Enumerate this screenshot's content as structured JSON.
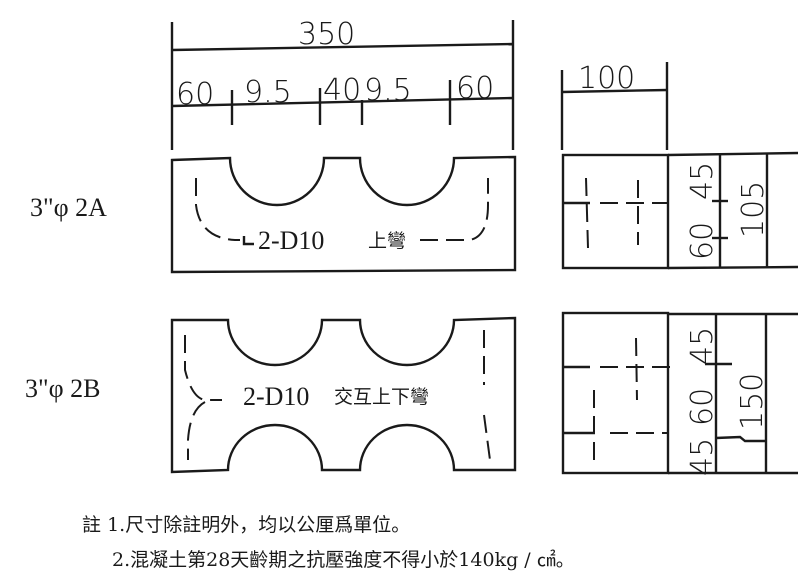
{
  "dimensions": {
    "overall_width": "350",
    "segments": [
      "60",
      "9.5",
      "40",
      "9.5",
      "60"
    ],
    "section_width": "100",
    "section_2a": [
      "60",
      "45",
      "105"
    ],
    "section_2b": [
      "45",
      "60",
      "45",
      "150"
    ]
  },
  "blocks": [
    {
      "label": "3\"φ  2A",
      "rebar": "2-D10",
      "rebar_note": "上彎"
    },
    {
      "label": "3\"φ  2B",
      "rebar": "2-D10",
      "rebar_note": "交互上下彎"
    }
  ],
  "notes": {
    "prefix": "註",
    "note1": "1.尺寸除註明外，均以公厘爲單位。",
    "note2": "2.混凝土第28天齡期之抗壓強度不得小於140kg / ㎠。"
  }
}
